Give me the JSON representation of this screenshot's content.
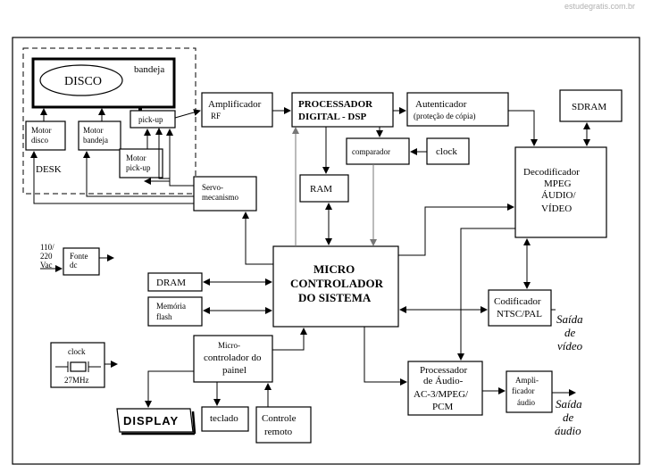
{
  "watermark": "estudegratis.com.br",
  "labels": {
    "disco": "DISCO",
    "bandeja": "bandeja",
    "motor_disco_1": "Motor",
    "motor_disco_2": "disco",
    "motor_bandeja_1": "Motor",
    "motor_bandeja_2": "bandeja",
    "pickup": "pick-up",
    "motor_pickup_1": "Motor",
    "motor_pickup_2": "pick-up",
    "desk": "DESK",
    "amplificador_1": "Amplificador",
    "amplificador_2": "RF",
    "dsp_1": "PROCESSADOR",
    "dsp_2": "DIGITAL - DSP",
    "autenticador_1": "Autenticador",
    "autenticador_2": "(proteção de cópia)",
    "sdram": "SDRAM",
    "comparador": "comparador",
    "clock_top": "clock",
    "ram": "RAM",
    "servo_1": "Servo-",
    "servo_2": "mecanismo",
    "decod_1": "Decodificador",
    "decod_2": "MPEG",
    "decod_3": "ÁUDIO/",
    "decod_4": "VÍDEO",
    "tensao_1": "110/",
    "tensao_2": "220",
    "tensao_3": "Vac",
    "fonte_1": "Fonte",
    "fonte_2": "dc",
    "micro_1": "MICRO",
    "micro_2": "CONTROLADOR",
    "micro_3": "DO SISTEMA",
    "dram": "DRAM",
    "memoria_1": "Memória",
    "memoria_2": "flash",
    "codificador_1": "Codificador",
    "codificador_2": "NTSC/PAL",
    "saida_video_1": "Saída",
    "saida_video_2": "de",
    "saida_video_3": "vídeo",
    "clock_osc": "clock",
    "freq": "27MHz",
    "painel_1": "Micro-",
    "painel_2": "controlador do",
    "painel_3": "painel",
    "proc_audio_1": "Processador",
    "proc_audio_2": "de Áudio-",
    "proc_audio_3": "AC-3/MPEG/",
    "proc_audio_4": "PCM",
    "ampaudio_1": "Ampli-",
    "ampaudio_2": "ficador",
    "ampaudio_3": "áudio",
    "saida_audio_1": "Saída",
    "saida_audio_2": "de",
    "saida_audio_3": "áudio",
    "display": "DISPLAY",
    "teclado": "teclado",
    "controle_1": "Controle",
    "controle_2": "remoto"
  }
}
